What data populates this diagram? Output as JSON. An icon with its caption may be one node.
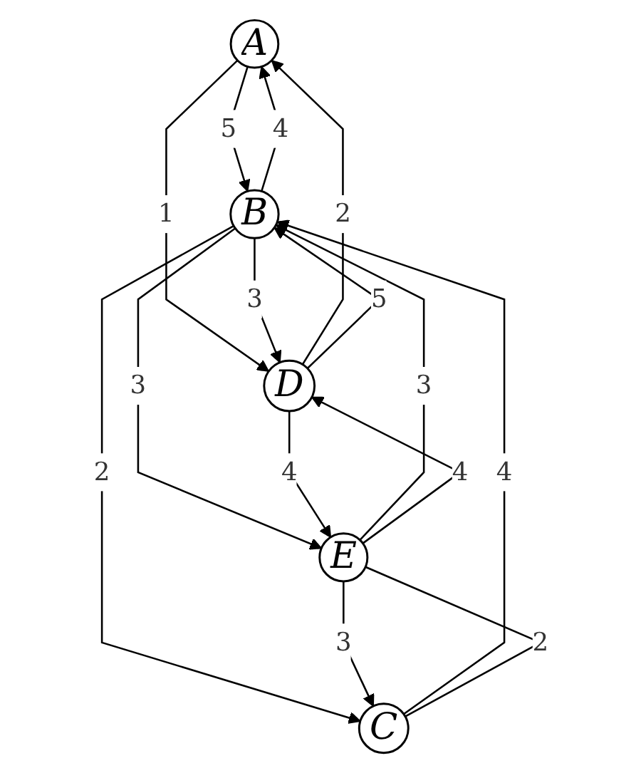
{
  "diagram": {
    "nodes": [
      {
        "text": [
          "A"
        ]
      },
      {
        "text": [
          "B"
        ]
      },
      {
        "text": [
          "C"
        ]
      },
      {
        "text": [
          "D"
        ]
      },
      {
        "text": [
          "E"
        ]
      }
    ],
    "edges": [
      {
        "from": 1,
        "to": 0,
        "arrow": "to",
        "label": "4"
      },
      {
        "from": 0,
        "to": 1,
        "arrow": "to",
        "label": "5"
      },
      {
        "from": 0,
        "to": 3,
        "arrow": "to",
        "label": "1"
      },
      {
        "from": 3,
        "to": 0,
        "arrow": "to",
        "label": "2"
      },
      {
        "from": 1,
        "to": 3,
        "arrow": "to",
        "label": "3"
      },
      {
        "from": 3,
        "to": 1,
        "arrow": "to",
        "label": "5"
      },
      {
        "from": 1,
        "to": 4,
        "arrow": "to",
        "label": "3"
      },
      {
        "from": 4,
        "to": 1,
        "arrow": "to",
        "label": "3"
      },
      {
        "from": 1,
        "to": 2,
        "arrow": "to",
        "label": "2"
      },
      {
        "from": 2,
        "to": 1,
        "arrow": "to",
        "label": "4"
      },
      {
        "from": 3,
        "to": 4,
        "arrow": "to",
        "label": "4"
      },
      {
        "from": 4,
        "to": 3,
        "arrow": "to",
        "label": "4"
      },
      {
        "from": 4,
        "to": 2,
        "arrow": "to",
        "label": "3"
      },
      {
        "from": 2,
        "to": 4,
        "arrow": "none",
        "label": "2"
      }
    ]
  }
}
